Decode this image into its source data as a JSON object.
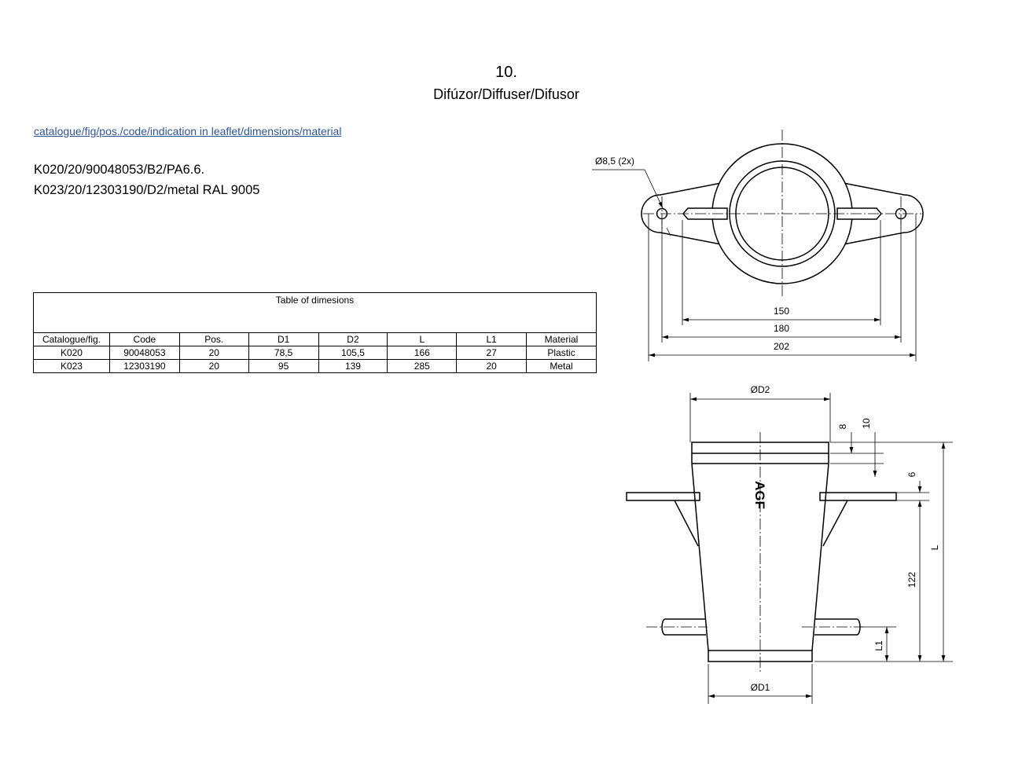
{
  "header": {
    "number": "10.",
    "title": "Difúzor/Diffuser/Difusor"
  },
  "link": "catalogue/fig/pos./code/indication in leaflet/dimensions/material",
  "codes": [
    "K020/20/90048053/B2/PA6.6.",
    "K023/20/12303190/D2/metal RAL 9005"
  ],
  "table": {
    "caption": "Table of dimesions",
    "headers": [
      "Catalogue/fig.",
      "Code",
      "Pos.",
      "D1",
      "D2",
      "L",
      "L1",
      "Material"
    ],
    "rows": [
      [
        "K020",
        "90048053",
        "20",
        "78,5",
        "105,5",
        "166",
        "27",
        "Plastic"
      ],
      [
        "K023",
        "12303190",
        "20",
        "95",
        "139",
        "285",
        "20",
        "Metal"
      ]
    ]
  },
  "drawing": {
    "top_view": {
      "hole": "Ø8,5 (2x)",
      "dim1": "150",
      "dim2": "180",
      "dim3": "202"
    },
    "side_view": {
      "d2": "ØD2",
      "d1": "ØD1",
      "dim8": "8",
      "dim10": "10",
      "dim6": "6",
      "dim122": "122",
      "L": "L",
      "L1": "L1",
      "logo": "AGF"
    }
  }
}
